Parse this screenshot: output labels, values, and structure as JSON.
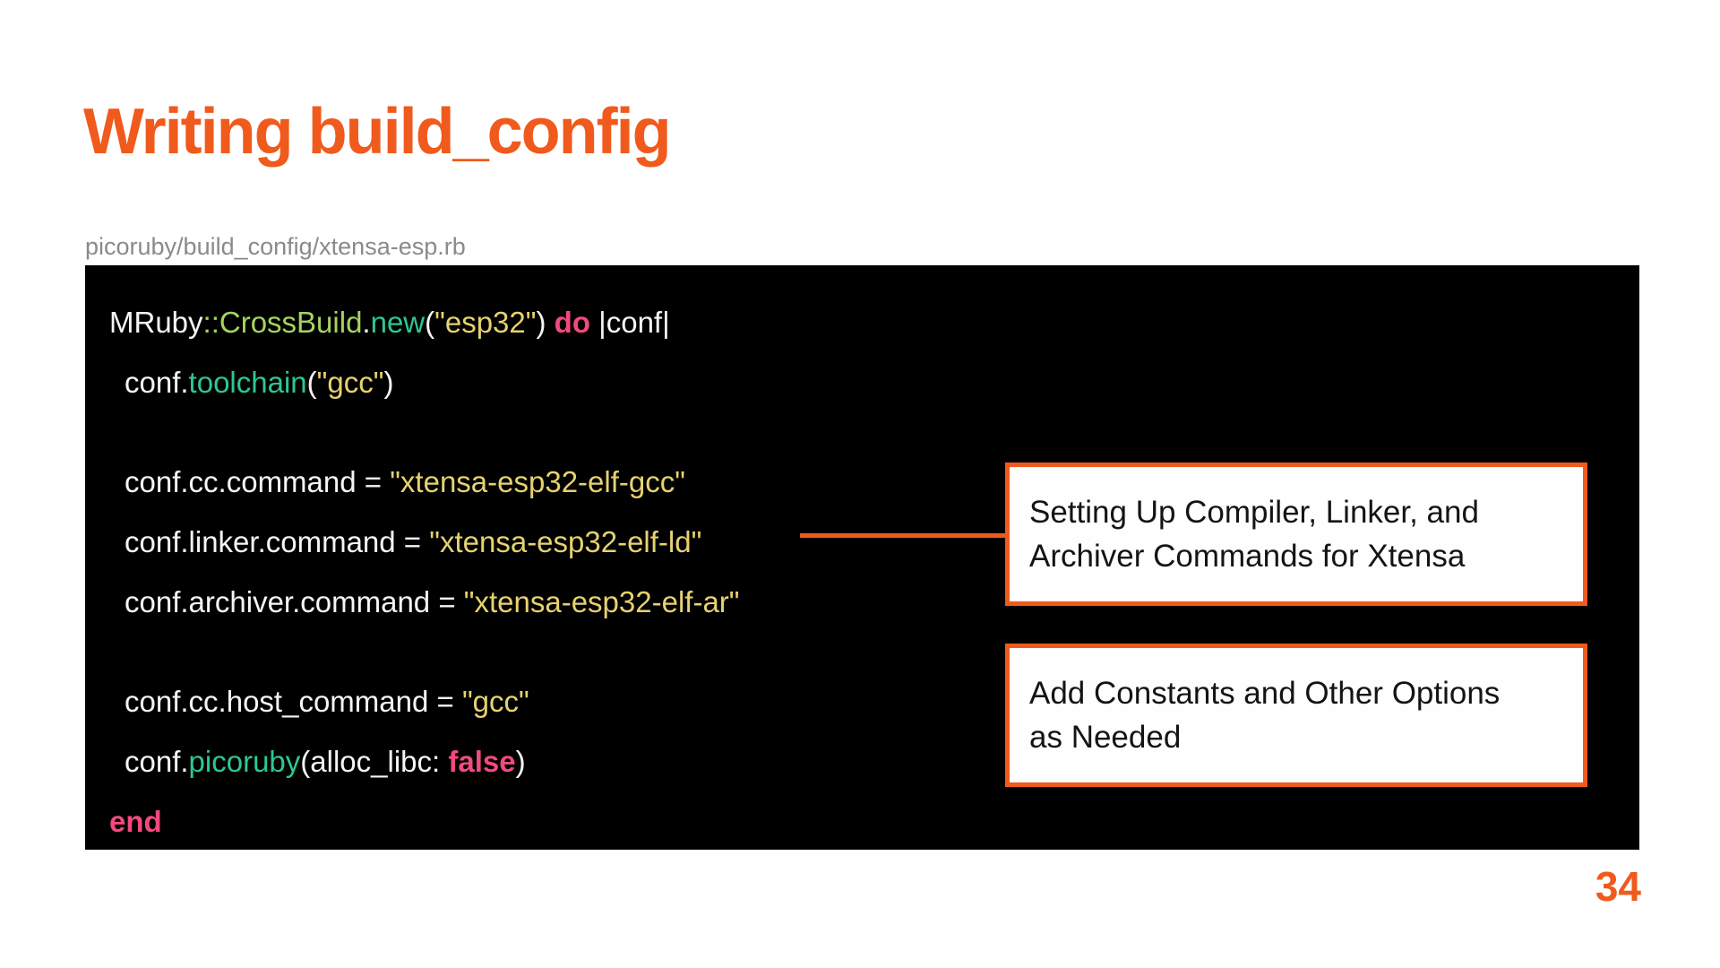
{
  "slide": {
    "title": "Writing build_config",
    "file_path": "picoruby/build_config/xtensa-esp.rb",
    "page_number": "34"
  },
  "colors": {
    "accent_orange": "#F05A1C",
    "path_gray": "#8A8A8A",
    "code_bg": "#000000",
    "code_plain": "#F5F5F5",
    "code_class": "#A5D45F",
    "code_method": "#2CC795",
    "code_string": "#E6D26E",
    "code_keyword": "#F14A7E",
    "callout_bg": "#FEFEFE",
    "callout_text": "#141414"
  },
  "code": {
    "language": "ruby",
    "lines": [
      {
        "indent": 0,
        "tokens": [
          {
            "t": "MRuby",
            "c": "plain"
          },
          {
            "t": "::CrossBuild",
            "c": "class"
          },
          {
            "t": ".",
            "c": "plain"
          },
          {
            "t": "new",
            "c": "method"
          },
          {
            "t": "(",
            "c": "plain"
          },
          {
            "t": "\"esp32\"",
            "c": "string"
          },
          {
            "t": ") ",
            "c": "plain"
          },
          {
            "t": "do",
            "c": "keyword"
          },
          {
            "t": " |conf|",
            "c": "plain"
          }
        ]
      },
      {
        "indent": 1,
        "tokens": [
          {
            "t": "conf.",
            "c": "plain"
          },
          {
            "t": "toolchain",
            "c": "method"
          },
          {
            "t": "(",
            "c": "plain"
          },
          {
            "t": "\"gcc\"",
            "c": "string"
          },
          {
            "t": ")",
            "c": "plain"
          }
        ]
      },
      {
        "blank": true
      },
      {
        "indent": 1,
        "tokens": [
          {
            "t": "conf.cc.command = ",
            "c": "plain"
          },
          {
            "t": "\"xtensa-esp32-elf-gcc\"",
            "c": "string"
          }
        ]
      },
      {
        "indent": 1,
        "tokens": [
          {
            "t": "conf.linker.command = ",
            "c": "plain"
          },
          {
            "t": "\"xtensa-esp32-elf-ld\"",
            "c": "string"
          }
        ]
      },
      {
        "indent": 1,
        "tokens": [
          {
            "t": "conf.archiver.command = ",
            "c": "plain"
          },
          {
            "t": "\"xtensa-esp32-elf-ar\"",
            "c": "string"
          }
        ]
      },
      {
        "blank": true
      },
      {
        "indent": 1,
        "tokens": [
          {
            "t": "conf.cc.host_command = ",
            "c": "plain"
          },
          {
            "t": "\"gcc\"",
            "c": "string"
          }
        ]
      },
      {
        "indent": 1,
        "tokens": [
          {
            "t": "conf.",
            "c": "plain"
          },
          {
            "t": "picoruby",
            "c": "method"
          },
          {
            "t": "(alloc_libc: ",
            "c": "plain"
          },
          {
            "t": "false",
            "c": "keyword"
          },
          {
            "t": ")",
            "c": "plain"
          }
        ]
      },
      {
        "indent": 0,
        "tokens": [
          {
            "t": "end",
            "c": "keyword"
          }
        ]
      }
    ]
  },
  "callouts": [
    {
      "text": "Setting Up Compiler, Linker, and Archiver Commands for Xtensa",
      "lines": [
        "Setting Up Compiler, Linker, and",
        "Archiver Commands for Xtensa"
      ]
    },
    {
      "text": "Add Constants and Other Options as Needed",
      "lines": [
        "Add Constants and Other Options",
        "as Needed"
      ]
    }
  ]
}
